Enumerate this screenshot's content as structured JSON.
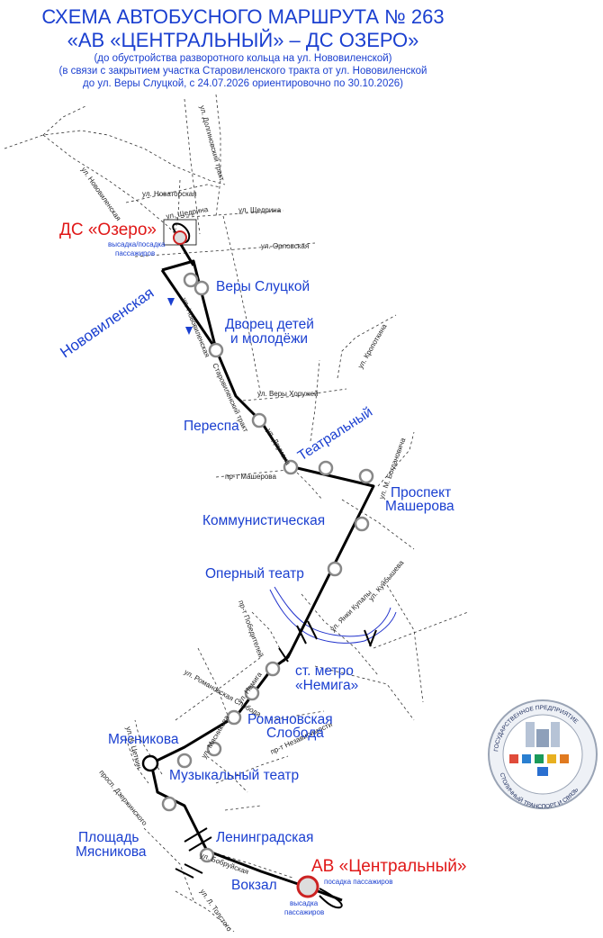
{
  "header": {
    "title_line1": "СХЕМА АВТОБУСНОГО МАРШРУТА № 263",
    "title_line2": "«АВ «ЦЕНТРАЛЬНЫЙ»   – ДС ОЗЕРО»",
    "sub1": "(до обустройства разворотного кольца на ул. Нововиленской)",
    "sub2": "(в связи с закрытием участка Старовиленского тракта от ул. Нововиленской",
    "sub3": "до ул. Веры Слуцкой, с 24.07.2026 ориентировочно по 30.10.2026)"
  },
  "terminals": {
    "north": "ДС «Озеро»",
    "south": "АВ «Центральный»",
    "north_note1": "высадка/посадка",
    "north_note2": "пассажиров",
    "south_note_top": "посадка пассажиров",
    "south_note1": "высадка",
    "south_note2": "пассажиров"
  },
  "stops": [
    "Веры Слуцкой",
    "Дворец детей",
    "и молодёжи",
    "Переспа",
    "Театральный",
    "Проспект",
    "Машерова",
    "Коммунистическая",
    "Оперный театр",
    "ст. метро",
    "«Немига»",
    "Романовская",
    "Слобода",
    "Мясникова",
    "Музыкальный театр",
    "Ленинградская",
    "Площадь",
    "Мясникова",
    "Вокзал"
  ],
  "area_label": "Нововиленская",
  "streets": [
    "ул. Долгиновский тракт",
    "ул. Нововиленская",
    "ул. Новаторская",
    "ул. Щедрина",
    "ул. Щедрина",
    "ул. Орловская",
    "ул. Нововиленская",
    "ул. Кропоткина",
    "Старовиленский тракт",
    "ул. Веры Хоружей",
    "ул. Двумана",
    "пр-т Машерова",
    "ул. М. Богдановича",
    "пр-т Победителей",
    "ул. Янки Купалы",
    "ул. Куйбышева",
    "ул. Романовская Слобода",
    "ул. Немига",
    "ул. Мясникова",
    "ул. К. Цеткин",
    "просп. Дзержинского",
    "пр-т Независимости",
    "ул. Бобруйская",
    "ул. Л. Толстого"
  ],
  "logo": {
    "text_top": "ГОСУДАРСТВЕННОЕ ПРЕДПРИЯТИЕ",
    "text_bottom": "СТОЛИЧНЫЙ ТРАНСПОРТ И СВЯЗЬ"
  },
  "colors": {
    "route": "#000000",
    "stop_fill": "#ffffff",
    "stop_stroke": "#888888",
    "stop_label": "#1a3fd0",
    "terminal_label": "#e01818",
    "terminal_ring": "#cc2222",
    "water": "#2233cc"
  }
}
